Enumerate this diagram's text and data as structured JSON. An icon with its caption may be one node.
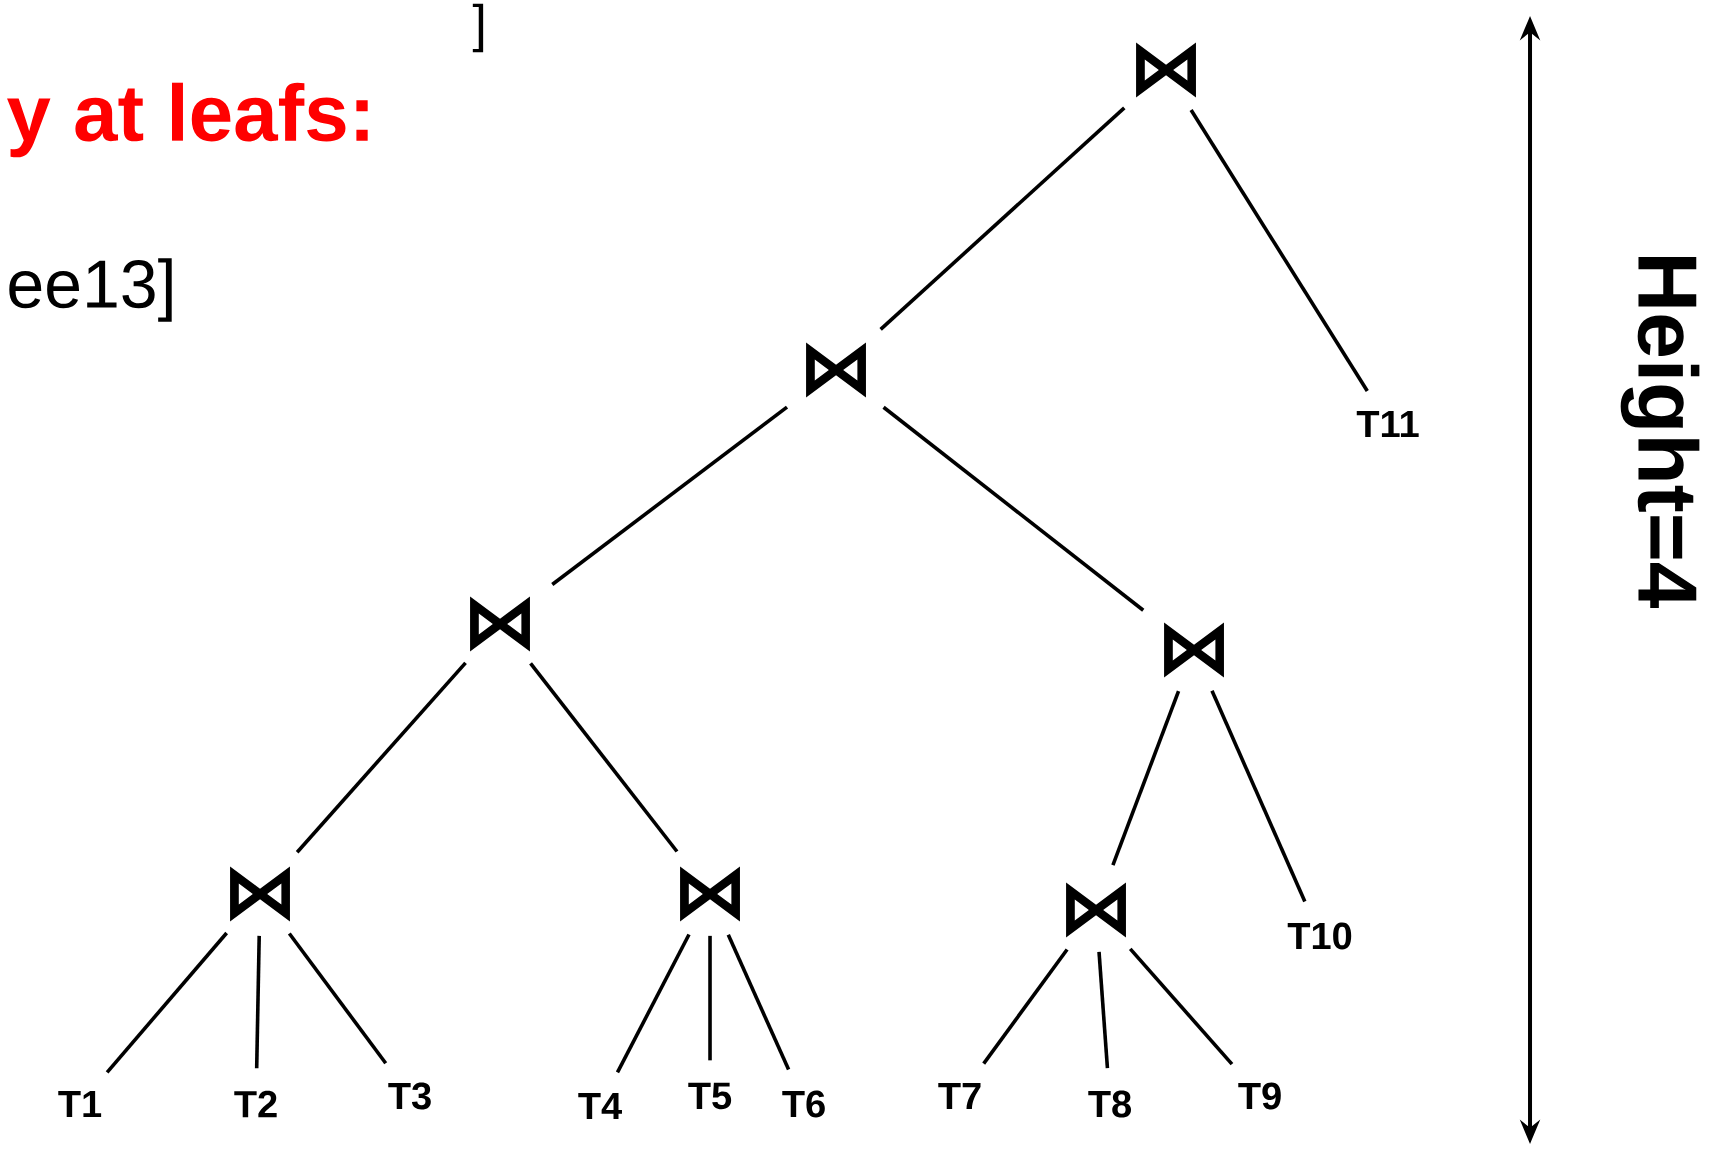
{
  "diagram": {
    "nodes": [
      {
        "text": [
          "⋈"
        ]
      },
      {
        "text": [
          "⋈"
        ]
      },
      {
        "text": [
          "T11"
        ]
      },
      {
        "text": [
          "⋈"
        ]
      },
      {
        "text": [
          "⋈"
        ]
      },
      {
        "text": [
          "⋈"
        ]
      },
      {
        "text": [
          "⋈"
        ]
      },
      {
        "text": [
          "⋈"
        ]
      },
      {
        "text": [
          "T10"
        ]
      },
      {
        "text": [
          "T1"
        ]
      },
      {
        "text": [
          "T2"
        ]
      },
      {
        "text": [
          "T3"
        ]
      },
      {
        "text": [
          "T4"
        ]
      },
      {
        "text": [
          "T5"
        ]
      },
      {
        "text": [
          "T6"
        ]
      },
      {
        "text": [
          "T7"
        ]
      },
      {
        "text": [
          "T8"
        ]
      },
      {
        "text": [
          "T9"
        ]
      }
    ],
    "edges": [
      {
        "from": 0,
        "to": 1,
        "arrow": "none"
      },
      {
        "from": 0,
        "to": 2,
        "arrow": "none"
      },
      {
        "from": 1,
        "to": 3,
        "arrow": "none"
      },
      {
        "from": 1,
        "to": 4,
        "arrow": "none"
      },
      {
        "from": 3,
        "to": 5,
        "arrow": "none"
      },
      {
        "from": 3,
        "to": 6,
        "arrow": "none"
      },
      {
        "from": 4,
        "to": 7,
        "arrow": "none"
      },
      {
        "from": 4,
        "to": 8,
        "arrow": "none"
      },
      {
        "from": 5,
        "to": 9,
        "arrow": "none"
      },
      {
        "from": 5,
        "to": 10,
        "arrow": "none"
      },
      {
        "from": 5,
        "to": 11,
        "arrow": "none"
      },
      {
        "from": 6,
        "to": 12,
        "arrow": "none"
      },
      {
        "from": 6,
        "to": 13,
        "arrow": "none"
      },
      {
        "from": 6,
        "to": 14,
        "arrow": "none"
      },
      {
        "from": 7,
        "to": 15,
        "arrow": "none"
      },
      {
        "from": 7,
        "to": 16,
        "arrow": "none"
      },
      {
        "from": 7,
        "to": 17,
        "arrow": "none"
      }
    ],
    "labels": [
      "]",
      "y at leafs:",
      "ee13]",
      "Height=4"
    ]
  }
}
